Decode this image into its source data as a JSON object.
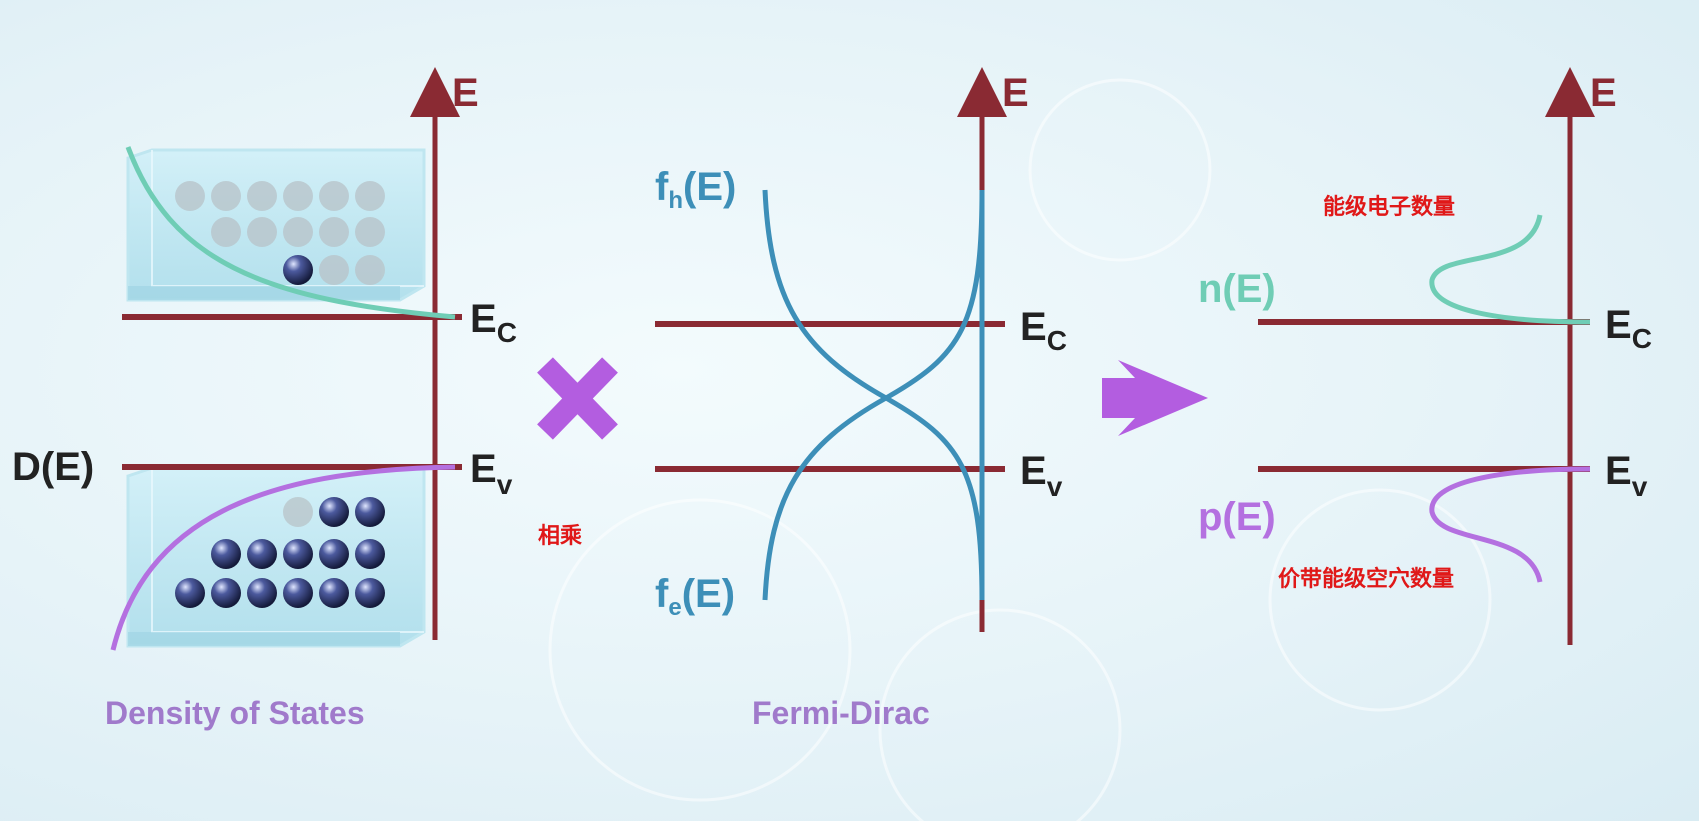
{
  "axis_label": "E",
  "levels": {
    "ec_main": "E",
    "ec_sub": "C",
    "ev_main": "E",
    "ev_sub": "v"
  },
  "panel1": {
    "y_label": "D(E)",
    "caption": "Density of States"
  },
  "operator": {
    "symbol": "×",
    "note": "相乘"
  },
  "panel2": {
    "fh_main": "f",
    "fh_sub": "h",
    "fh_tail": "(E)",
    "fe_main": "f",
    "fe_sub": "e",
    "fe_tail": "(E)",
    "caption": "Fermi-Dirac"
  },
  "panel3": {
    "n_label": "n(E)",
    "p_label": "p(E)",
    "n_note": "能级电子数量",
    "p_note": "价带能级空穴数量"
  },
  "colors": {
    "axis": "#8a2a33",
    "conduction_curve": "#6fcdb5",
    "valence_curve": "#b470e0",
    "fermi_curve": "#3d8fb8",
    "operator": "#b35de0",
    "caption": "#a07acb",
    "annotation": "#e01818",
    "label_dark": "#222222"
  },
  "icons": {
    "operator": "multiply-icon",
    "arrow": "arrow-right-icon"
  }
}
